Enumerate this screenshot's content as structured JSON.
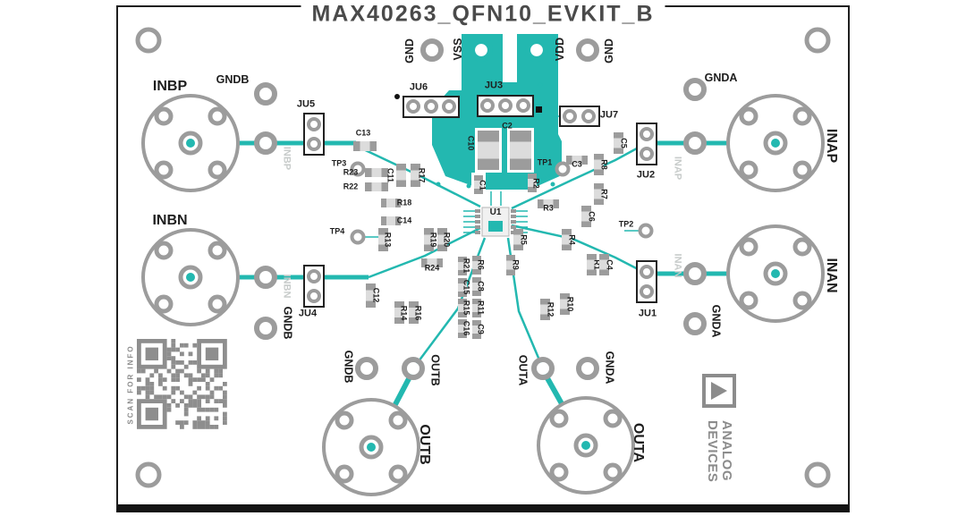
{
  "title": "MAX40263_QFN10_EVKIT_B",
  "colors": {
    "trace_teal": "#23B8B0",
    "pad_gray": "#9C9C9C",
    "silkscreen": "#1E1E1E",
    "faded_label": "#C7CBCA",
    "logo_gray": "#8C8C8C"
  },
  "connectors": [
    {
      "label": "INBP"
    },
    {
      "label": "INBN"
    },
    {
      "label": "INAP"
    },
    {
      "label": "INAN"
    },
    {
      "label": "OUTB"
    },
    {
      "label": "OUTA"
    }
  ],
  "power_pads": [
    {
      "label": "GND"
    },
    {
      "label": "VSS"
    },
    {
      "label": "VDD"
    },
    {
      "label": "GND"
    }
  ],
  "ground_pads": [
    {
      "label": "GNDB"
    },
    {
      "label": "GNDA"
    },
    {
      "label": "GNDB"
    },
    {
      "label": "GNDA"
    }
  ],
  "output_pads": [
    {
      "label": "GNDB"
    },
    {
      "label": "OUTB"
    },
    {
      "label": "OUTA"
    },
    {
      "label": "GNDA"
    }
  ],
  "trace_labels": [
    {
      "label": "INBP"
    },
    {
      "label": "INBN"
    },
    {
      "label": "INAP"
    },
    {
      "label": "INAN"
    }
  ],
  "jumpers": [
    {
      "label": "JU1"
    },
    {
      "label": "JU2"
    },
    {
      "label": "JU3"
    },
    {
      "label": "JU4"
    },
    {
      "label": "JU5"
    },
    {
      "label": "JU6"
    },
    {
      "label": "JU7"
    }
  ],
  "testpoints": [
    {
      "label": "TP1"
    },
    {
      "label": "TP2"
    },
    {
      "label": "TP3"
    },
    {
      "label": "TP4"
    }
  ],
  "ic": {
    "ref": "U1"
  },
  "components": {
    "refs": [
      "C13",
      "R23",
      "R22",
      "C11",
      "R17",
      "R18",
      "C14",
      "R13",
      "R19",
      "R20",
      "R24",
      "C12",
      "R14",
      "R16",
      "R21",
      "C15",
      "R15",
      "C16",
      "R6",
      "C8",
      "R11",
      "C9",
      "R9",
      "C10",
      "C2",
      "C1",
      "R2",
      "R3",
      "C3",
      "R8",
      "R7",
      "C5",
      "C6",
      "R4",
      "R5",
      "R1",
      "C4",
      "R12",
      "R10"
    ]
  },
  "qr_caption": "SCAN FOR INFO",
  "logo": {
    "line1": "ANALOG",
    "line2": "DEVICES"
  }
}
